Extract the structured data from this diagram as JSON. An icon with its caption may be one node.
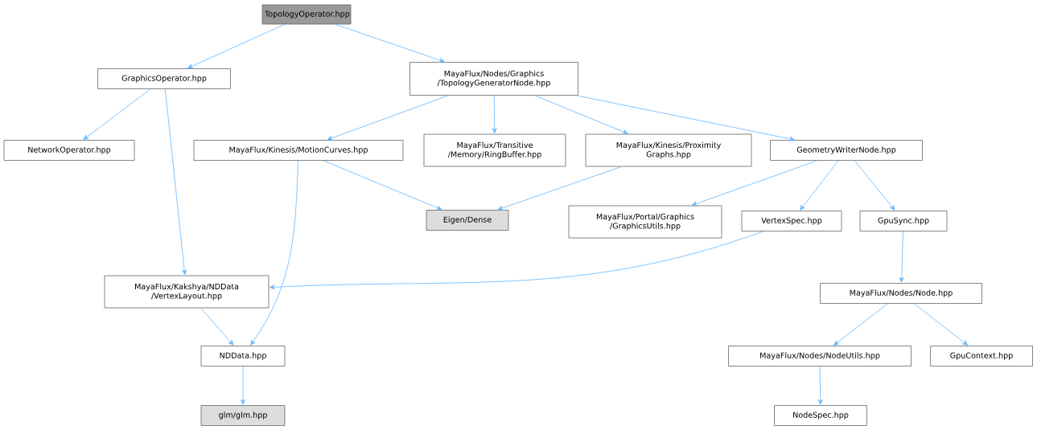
{
  "diagram": {
    "nodes": [
      {
        "text": [
          "TopologyOperator.hpp"
        ]
      },
      {
        "text": [
          "GraphicsOperator.hpp"
        ]
      },
      {
        "text": [
          "MayaFlux/Nodes/Graphics /TopologyGeneratorNode.hpp"
        ]
      },
      {
        "text": [
          "NetworkOperator.hpp"
        ]
      },
      {
        "text": [
          "MayaFlux/Kinesis/MotionCurves.hpp"
        ]
      },
      {
        "text": [
          "MayaFlux/Transitive /Memory/RingBuffer.hpp"
        ]
      },
      {
        "text": [
          "MayaFlux/Kinesis/Proximity Graphs.hpp"
        ]
      },
      {
        "text": [
          "GeometryWriterNode.hpp"
        ]
      },
      {
        "text": [
          "Eigen/Dense"
        ]
      },
      {
        "text": [
          "MayaFlux/Portal/Graphics /GraphicsUtils.hpp"
        ]
      },
      {
        "text": [
          "VertexSpec.hpp"
        ]
      },
      {
        "text": [
          "GpuSync.hpp"
        ]
      },
      {
        "text": [
          "MayaFlux/Kakshya/NDData /VertexLayout.hpp"
        ]
      },
      {
        "text": [
          "MayaFlux/Nodes/Node.hpp"
        ]
      },
      {
        "text": [
          "NDData.hpp"
        ]
      },
      {
        "text": [
          "MayaFlux/Nodes/NodeUtils.hpp"
        ]
      },
      {
        "text": [
          "GpuContext.hpp"
        ]
      },
      {
        "text": [
          "glm/glm.hpp"
        ]
      },
      {
        "text": [
          "NodeSpec.hpp"
        ]
      }
    ],
    "edges": [
      {
        "from": 0,
        "to": 1,
        "arrow": "to"
      },
      {
        "from": 0,
        "to": 2,
        "arrow": "to"
      },
      {
        "from": 1,
        "to": 3,
        "arrow": "to"
      },
      {
        "from": 1,
        "to": 12,
        "arrow": "to"
      },
      {
        "from": 2,
        "to": 4,
        "arrow": "to"
      },
      {
        "from": 2,
        "to": 5,
        "arrow": "to"
      },
      {
        "from": 2,
        "to": 6,
        "arrow": "to"
      },
      {
        "from": 2,
        "to": 7,
        "arrow": "to"
      },
      {
        "from": 4,
        "to": 8,
        "arrow": "to"
      },
      {
        "from": 4,
        "to": 14,
        "arrow": "to"
      },
      {
        "from": 6,
        "to": 8,
        "arrow": "to"
      },
      {
        "from": 7,
        "to": 9,
        "arrow": "to"
      },
      {
        "from": 7,
        "to": 10,
        "arrow": "to"
      },
      {
        "from": 7,
        "to": 11,
        "arrow": "to"
      },
      {
        "from": 10,
        "to": 12,
        "arrow": "to"
      },
      {
        "from": 11,
        "to": 13,
        "arrow": "to"
      },
      {
        "from": 12,
        "to": 14,
        "arrow": "to"
      },
      {
        "from": 13,
        "to": 15,
        "arrow": "to"
      },
      {
        "from": 13,
        "to": 16,
        "arrow": "to"
      },
      {
        "from": 14,
        "to": 17,
        "arrow": "to"
      },
      {
        "from": 15,
        "to": 18,
        "arrow": "to"
      }
    ]
  }
}
